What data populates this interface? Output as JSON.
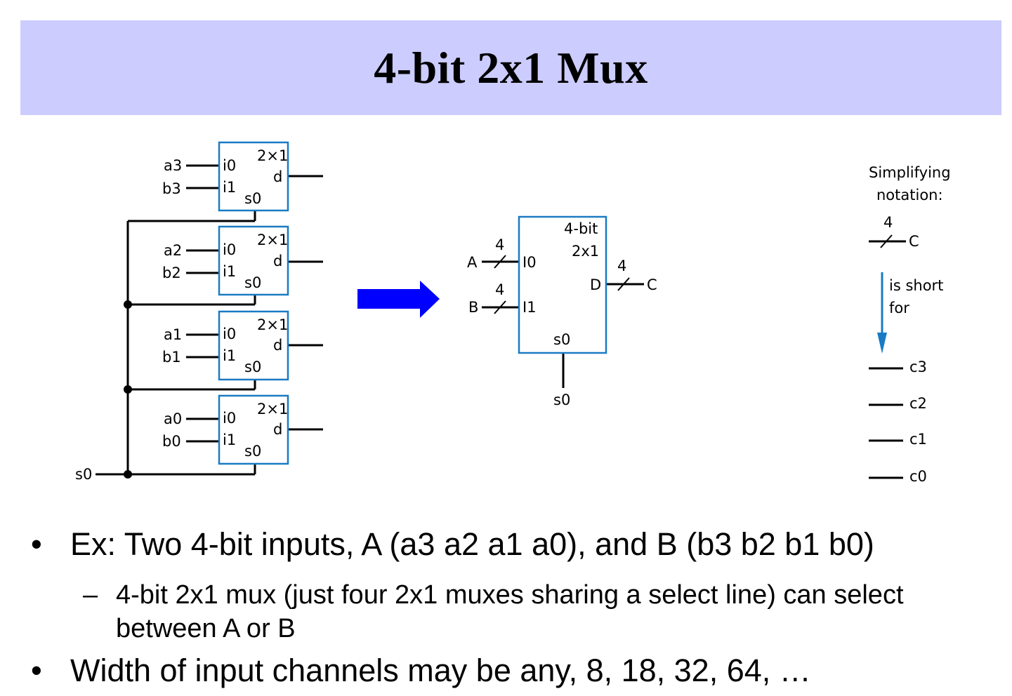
{
  "title": "4-bit 2x1 Mux",
  "mux_stack": {
    "muxes": [
      {
        "in_a": "a3",
        "in_b": "b3",
        "type": "2×1",
        "pin_i0": "i0",
        "pin_i1": "i1",
        "pin_d": "d",
        "pin_s0": "s0"
      },
      {
        "in_a": "a2",
        "in_b": "b2",
        "type": "2×1",
        "pin_i0": "i0",
        "pin_i1": "i1",
        "pin_d": "d",
        "pin_s0": "s0"
      },
      {
        "in_a": "a1",
        "in_b": "b1",
        "type": "2×1",
        "pin_i0": "i0",
        "pin_i1": "i1",
        "pin_d": "d",
        "pin_s0": "s0"
      },
      {
        "in_a": "a0",
        "in_b": "b0",
        "type": "2×1",
        "pin_i0": "i0",
        "pin_i1": "i1",
        "pin_d": "d",
        "pin_s0": "s0"
      }
    ],
    "select_label": "s0"
  },
  "arrow_color": "#0000ff",
  "block_color": "#1a7bc4",
  "block": {
    "title_line1": "4-bit",
    "title_line2": "2x1",
    "pin_I0": "I0",
    "pin_I1": "I1",
    "pin_D": "D",
    "pin_s0": "s0",
    "input_a": "A",
    "input_b": "B",
    "output": "C",
    "width_a": "4",
    "width_b": "4",
    "width_c": "4",
    "select_label": "s0"
  },
  "notation": {
    "heading_line1": "Simplifying",
    "heading_line2": "notation:",
    "bus_width": "4",
    "bus_label": "C",
    "arrow_text_line1": "is short",
    "arrow_text_line2": "for",
    "arrow_color": "#1a7bc4",
    "lines": [
      "c3",
      "c2",
      "c1",
      "c0"
    ]
  },
  "bullets": {
    "b1_marker": "•",
    "b1": "Ex: Two 4-bit inputs, A (a3 a2 a1 a0), and B (b3 b2 b1 b0)",
    "b2_marker": "–",
    "b2": "4-bit 2x1 mux (just four 2x1 muxes sharing a select line) can select between A or B",
    "b3_marker": "•",
    "b3": "Width of input channels may be any, 8, 18, 32, 64, …"
  }
}
